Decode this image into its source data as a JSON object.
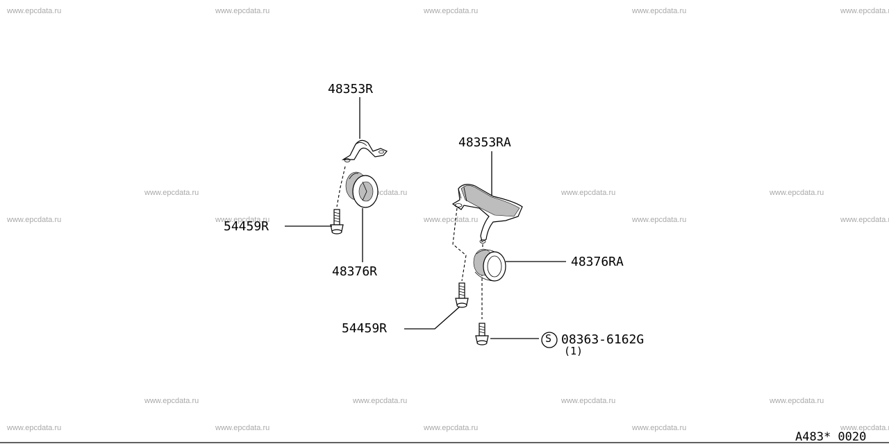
{
  "watermark": "www.epcdata.ru",
  "callouts": {
    "bracket_left": "48353R",
    "bracket_right": "48353RA",
    "bushing_left": "48376R",
    "bushing_right": "48376RA",
    "bolt_left": "54459R",
    "bolt_right": "54459R",
    "screw": "08363-6162G",
    "screw_symbol": "S",
    "screw_qty": "(1)"
  },
  "diagram_code": "A483* 0020"
}
